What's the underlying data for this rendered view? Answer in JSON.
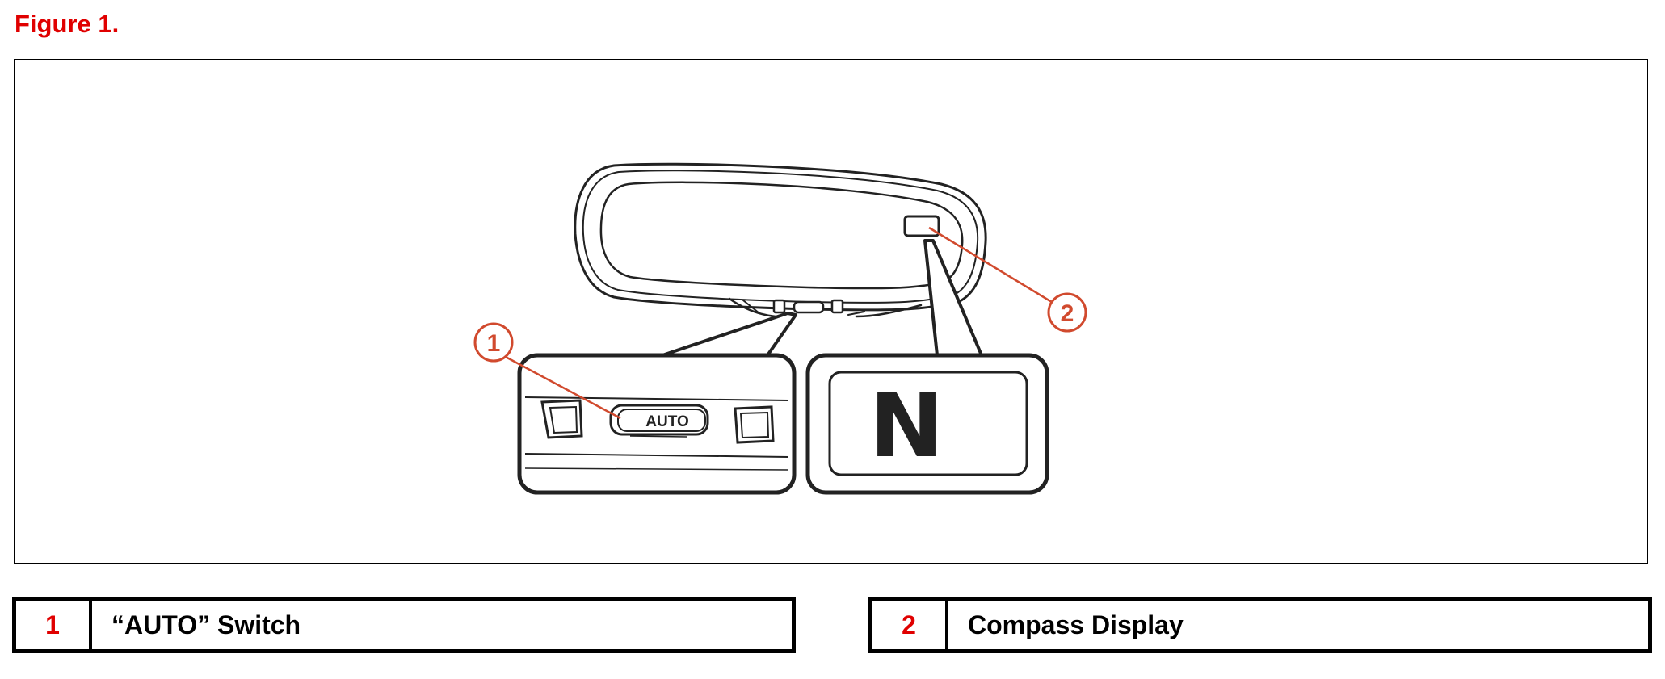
{
  "figure_title": "Figure 1.",
  "illustration": {
    "switch_text": "AUTO",
    "compass_letter": "N",
    "callouts": [
      {
        "number": "1"
      },
      {
        "number": "2"
      }
    ]
  },
  "legend": [
    {
      "number": "1",
      "label": "“AUTO” Switch"
    },
    {
      "number": "2",
      "label": "Compass Display"
    }
  ],
  "colors": {
    "title_red": "#e00000",
    "callout_orange": "#d14a2e",
    "line_black": "#222222"
  }
}
